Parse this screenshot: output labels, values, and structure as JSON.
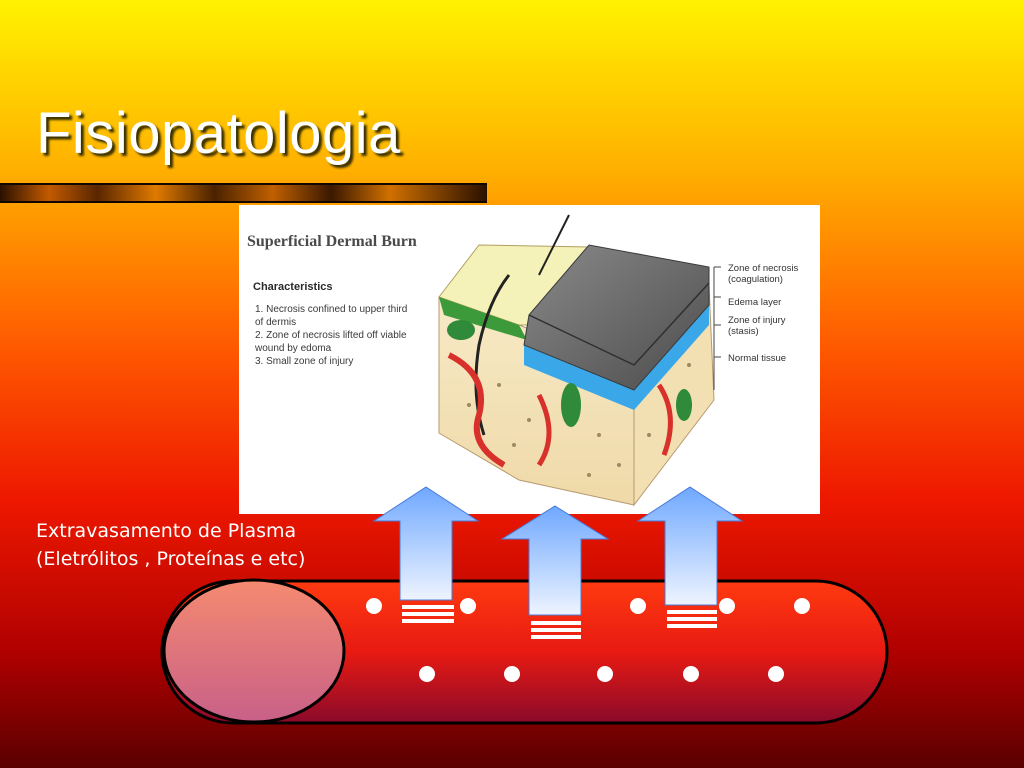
{
  "slide": {
    "title": "Fisiopatologia",
    "caption_lines": [
      "Extravasamento de Plasma",
      "(Eletrólitos , Proteínas e etc)"
    ]
  },
  "figure": {
    "heading": "Superficial Dermal Burn",
    "subheading": "Characteristics",
    "characteristics": [
      "1. Necrosis confined to upper third of dermis",
      "2. Zone of necrosis lifted off viable wound by edoma",
      "3. Small zone of injury"
    ],
    "zone_labels": [
      "Zone of necrosis (coagulation)",
      "Edema layer",
      "Zone of injury (stasis)",
      "Normal tissue"
    ]
  },
  "colors": {
    "arrow_top": "#6fa8ff",
    "arrow_bottom": "#e4eeff",
    "vessel": "#e81a12",
    "vessel_end": "#ee7070",
    "particle": "#ffffff"
  },
  "icons": [
    "up-arrow-icon",
    "plasma-particle-icon"
  ]
}
